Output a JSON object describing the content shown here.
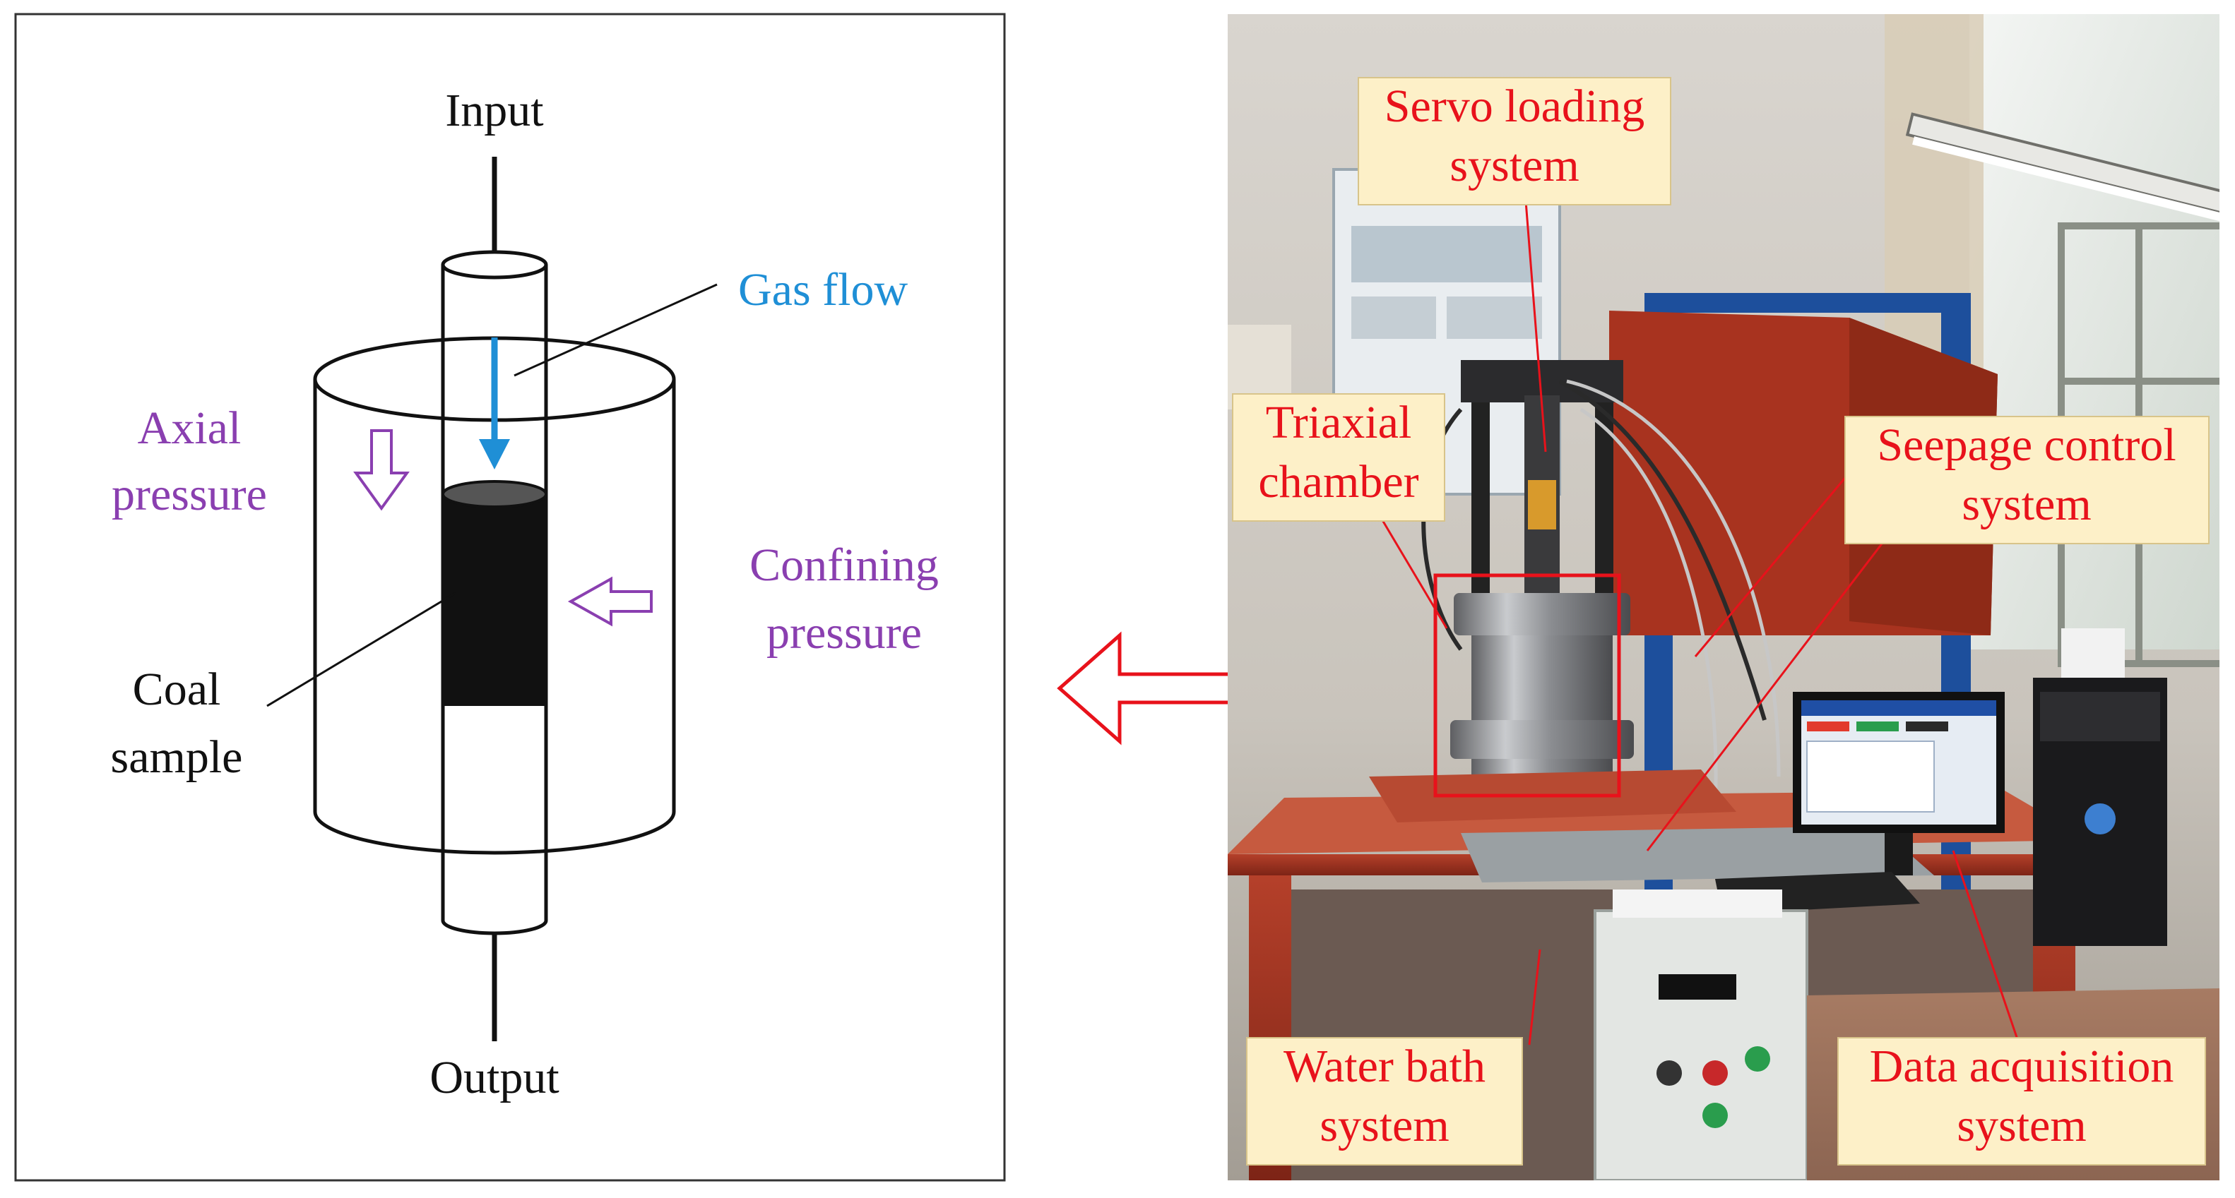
{
  "schematic": {
    "input_label": "Input",
    "output_label": "Output",
    "gas_flow_label": "Gas flow",
    "axial_pressure_line1": "Axial",
    "axial_pressure_line2": "pressure",
    "confining_pressure_line1": "Confining",
    "confining_pressure_line2": "pressure",
    "coal_sample_line1": "Coal",
    "coal_sample_line2": "sample"
  },
  "photo": {
    "servo_loading_line1": "Servo loading",
    "servo_loading_line2": "system",
    "triaxial_chamber_line1": "Triaxial",
    "triaxial_chamber_line2": "chamber",
    "seepage_control_line1": "Seepage control",
    "seepage_control_line2": "system",
    "water_bath_line1": "Water bath",
    "water_bath_line2": "system",
    "data_acquisition_line1": "Data acquisition",
    "data_acquisition_line2": "system"
  },
  "colors": {
    "gas_flow": "#1f8fd6",
    "pressure_labels": "#8a3fb0",
    "photo_labels": "#e8121b",
    "label_background": "#fdf0c8",
    "coal_sample": "#111111",
    "arrow_outline": "#e8121b"
  }
}
